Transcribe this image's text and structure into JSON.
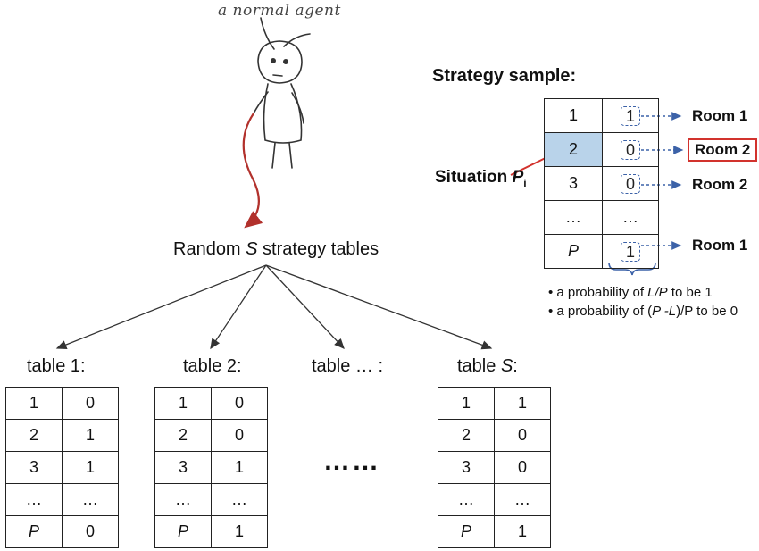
{
  "agent_caption": "a normal agent",
  "random_label": {
    "prefix": "Random ",
    "var": "S",
    "suffix": " strategy tables"
  },
  "sample": {
    "heading": "Strategy sample:",
    "situation": {
      "prefix": "Situation ",
      "var": "P",
      "sub": "i"
    },
    "rows": [
      {
        "idx": "1",
        "bit": "1",
        "room": "Room 1",
        "highlight": false
      },
      {
        "idx": "2",
        "bit": "0",
        "room": "Room 2",
        "highlight": true
      },
      {
        "idx": "3",
        "bit": "0",
        "room": "Room 2",
        "highlight": false
      },
      {
        "idx": "…",
        "bit": "…",
        "room": "",
        "highlight": false
      },
      {
        "idx": "P",
        "bit": "1",
        "room": "Room 1",
        "highlight": false
      }
    ],
    "notes": [
      {
        "a": "a probability of ",
        "b": "L/P",
        "c": " to be 1"
      },
      {
        "a": "a probability of (",
        "b": "P -L",
        "c": ")/P to be 0"
      }
    ]
  },
  "tables": [
    {
      "title": "table 1:",
      "rows": [
        [
          "1",
          "0"
        ],
        [
          "2",
          "1"
        ],
        [
          "3",
          "1"
        ],
        [
          "…",
          "…"
        ],
        [
          "P",
          "0"
        ]
      ]
    },
    {
      "title": "table 2:",
      "rows": [
        [
          "1",
          "0"
        ],
        [
          "2",
          "0"
        ],
        [
          "3",
          "1"
        ],
        [
          "…",
          "…"
        ],
        [
          "P",
          "1"
        ]
      ]
    },
    {
      "title": "table S:",
      "rows": [
        [
          "1",
          "1"
        ],
        [
          "2",
          "0"
        ],
        [
          "3",
          "0"
        ],
        [
          "…",
          "…"
        ],
        [
          "P",
          "1"
        ]
      ]
    }
  ],
  "table_ellipsis_title": "table … :",
  "middle_dots": "……",
  "colors": {
    "highlight": "#b9d3ea",
    "dashed_blue": "#3c62a8",
    "red": "#d2322d",
    "arrow_dark": "#333333"
  }
}
